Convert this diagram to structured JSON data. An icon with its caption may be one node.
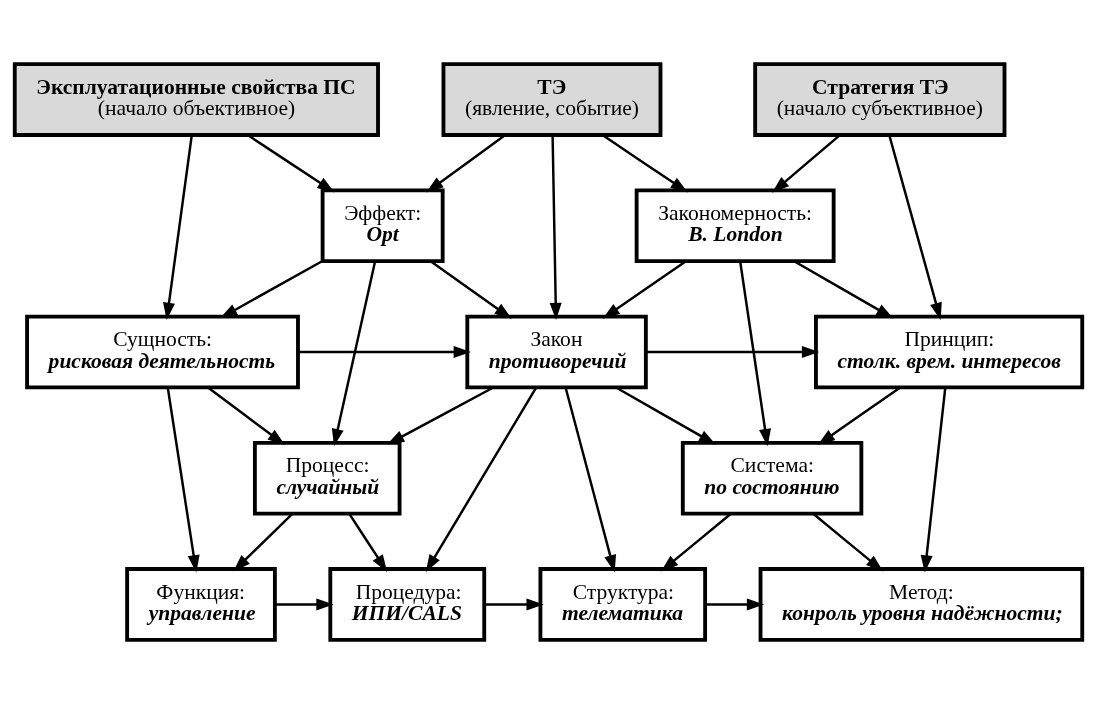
{
  "diagram": {
    "nodes": [
      {
        "text": [
          "Эксплуатационные свойства ПС",
          "(начало объективное)"
        ]
      },
      {
        "text": [
          "ТЭ",
          "(явление, событие)"
        ]
      },
      {
        "text": [
          "Стратегия ТЭ",
          "(начало субъективное)"
        ]
      },
      {
        "text": [
          "Эффект:",
          "Opt"
        ]
      },
      {
        "text": [
          "Закономерность:",
          "B. London"
        ]
      },
      {
        "text": [
          "Сущность:",
          "рисковая деятельность"
        ]
      },
      {
        "text": [
          "Закон",
          "противоречий"
        ]
      },
      {
        "text": [
          "Принцип:",
          "столк. врем. интересов"
        ]
      },
      {
        "text": [
          "Процесс:",
          "случайный"
        ]
      },
      {
        "text": [
          "Система:",
          "по состоянию"
        ]
      },
      {
        "text": [
          "Функция:",
          "управление"
        ]
      },
      {
        "text": [
          "Процедура:",
          "ИПИ/CALS"
        ]
      },
      {
        "text": [
          "Структура:",
          "телематика"
        ]
      },
      {
        "text": [
          "Метод:",
          "конроль уровня надёжности;"
        ]
      }
    ],
    "edges": [
      {
        "from": 0,
        "to": 3,
        "arrow": "to"
      },
      {
        "from": 0,
        "to": 5,
        "arrow": "to"
      },
      {
        "from": 1,
        "to": 3,
        "arrow": "to"
      },
      {
        "from": 1,
        "to": 6,
        "arrow": "to"
      },
      {
        "from": 1,
        "to": 4,
        "arrow": "to"
      },
      {
        "from": 2,
        "to": 4,
        "arrow": "to"
      },
      {
        "from": 2,
        "to": 7,
        "arrow": "to"
      },
      {
        "from": 3,
        "to": 5,
        "arrow": "to"
      },
      {
        "from": 3,
        "to": 8,
        "arrow": "to"
      },
      {
        "from": 3,
        "to": 6,
        "arrow": "to"
      },
      {
        "from": 4,
        "to": 6,
        "arrow": "to"
      },
      {
        "from": 4,
        "to": 9,
        "arrow": "to"
      },
      {
        "from": 4,
        "to": 7,
        "arrow": "to"
      },
      {
        "from": 5,
        "to": 6,
        "arrow": "to"
      },
      {
        "from": 5,
        "to": 8,
        "arrow": "to"
      },
      {
        "from": 5,
        "to": 10,
        "arrow": "to"
      },
      {
        "from": 6,
        "to": 7,
        "arrow": "to"
      },
      {
        "from": 6,
        "to": 8,
        "arrow": "to"
      },
      {
        "from": 6,
        "to": 9,
        "arrow": "to"
      },
      {
        "from": 6,
        "to": 11,
        "arrow": "to"
      },
      {
        "from": 6,
        "to": 12,
        "arrow": "to"
      },
      {
        "from": 7,
        "to": 9,
        "arrow": "to"
      },
      {
        "from": 7,
        "to": 13,
        "arrow": "to"
      },
      {
        "from": 8,
        "to": 10,
        "arrow": "to"
      },
      {
        "from": 8,
        "to": 11,
        "arrow": "to"
      },
      {
        "from": 9,
        "to": 12,
        "arrow": "to"
      },
      {
        "from": 9,
        "to": 13,
        "arrow": "to"
      },
      {
        "from": 10,
        "to": 11,
        "arrow": "to"
      },
      {
        "from": 11,
        "to": 12,
        "arrow": "to"
      },
      {
        "from": 12,
        "to": 13,
        "arrow": "to"
      }
    ]
  }
}
